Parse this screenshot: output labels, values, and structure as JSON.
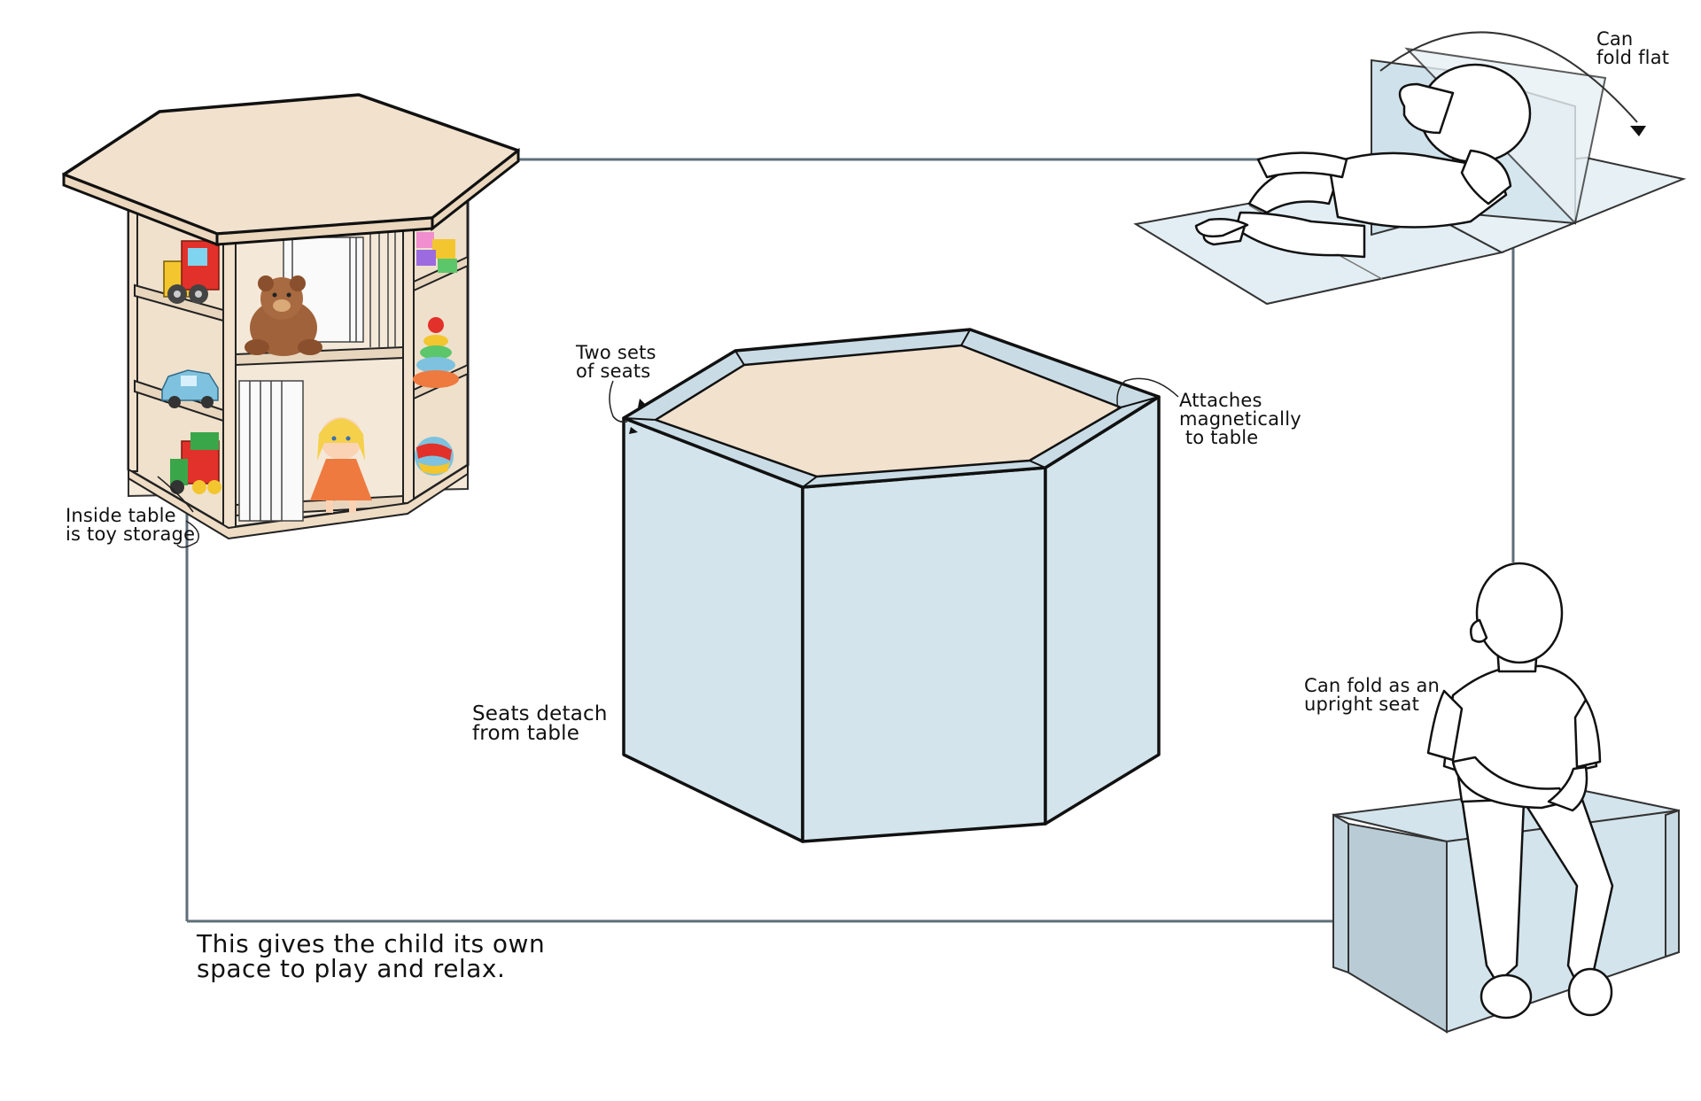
{
  "labels": {
    "can_fold_flat": [
      "Can",
      "fold flat"
    ],
    "two_sets_of_seats": [
      "Two sets",
      "of seats"
    ],
    "attaches_magnetically": [
      "Attaches",
      "magnetically",
      " to table"
    ],
    "inside_table": [
      "Inside table",
      "is toy storage"
    ],
    "seats_detach": [
      "Seats detach",
      "from table"
    ],
    "can_fold_upright": [
      "Can fold as an",
      "upright seat"
    ]
  },
  "caption": [
    "This gives the child its own",
    "space to play and relax."
  ],
  "colors": {
    "connector": "#5e6e79",
    "wood": "#f1e1cd",
    "seat_blue": "#d3e4ec",
    "outline": "#111111"
  }
}
